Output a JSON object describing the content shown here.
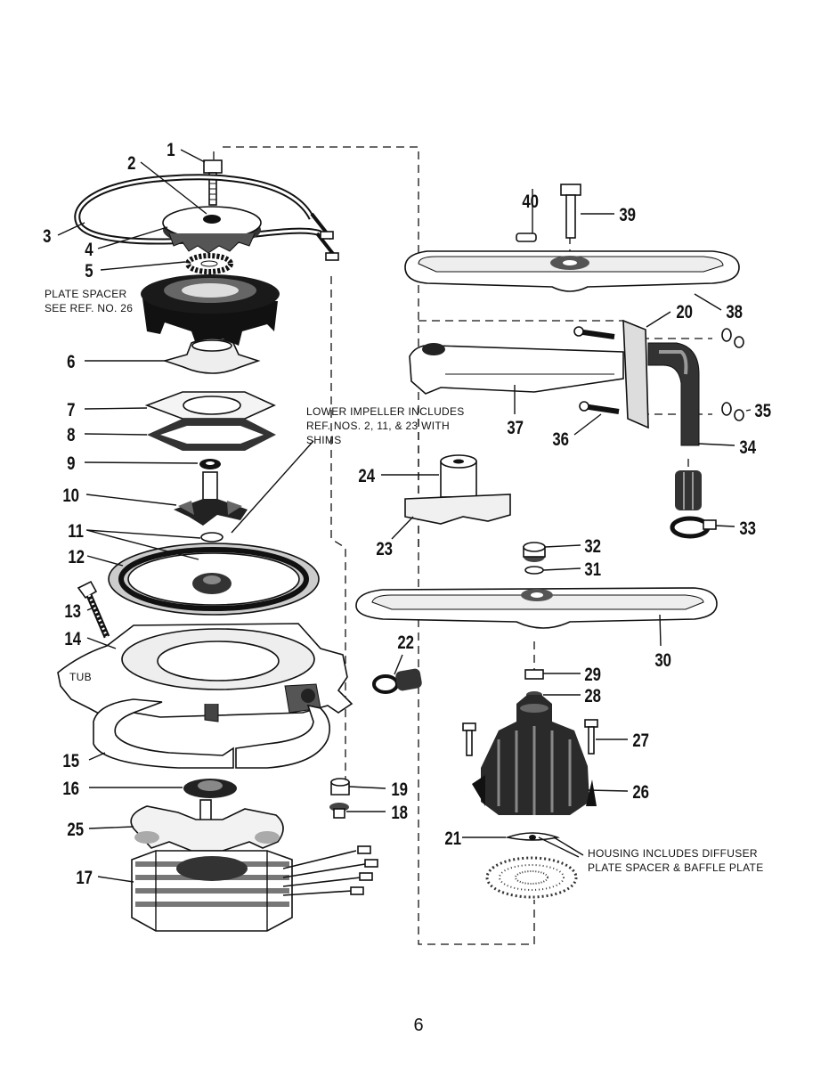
{
  "callouts": {
    "c1": "1",
    "c2": "2",
    "c3": "3",
    "c4": "4",
    "c5": "5",
    "c6": "6",
    "c7": "7",
    "c8": "8",
    "c9": "9",
    "c10": "10",
    "c11": "11",
    "c12": "12",
    "c13": "13",
    "c14": "14",
    "c15": "15",
    "c16": "16",
    "c17": "17",
    "c18": "18",
    "c19": "19",
    "c20": "20",
    "c21": "21",
    "c22": "22",
    "c23": "23",
    "c24": "24",
    "c25": "25",
    "c26": "26",
    "c27": "27",
    "c28": "28",
    "c29": "29",
    "c30": "30",
    "c31": "31",
    "c32": "32",
    "c33": "33",
    "c34": "34",
    "c35": "35",
    "c36": "36",
    "c37": "37",
    "c38": "38",
    "c39": "39",
    "c40": "40"
  },
  "notes": {
    "plate_spacer_line1": "PLATE SPACER",
    "plate_spacer_line2": "SEE REF. NO. 26",
    "lower_impeller_line1": "LOWER IMPELLER INCLUDES",
    "lower_impeller_line2": "REF. NOS. 2, 11, & 23 WITH",
    "lower_impeller_line3": "SHIMS",
    "tub": "TUB",
    "housing_line1": "HOUSING INCLUDES DIFFUSER",
    "housing_line2": "PLATE SPACER & BAFFLE PLATE"
  },
  "page_number": "6"
}
